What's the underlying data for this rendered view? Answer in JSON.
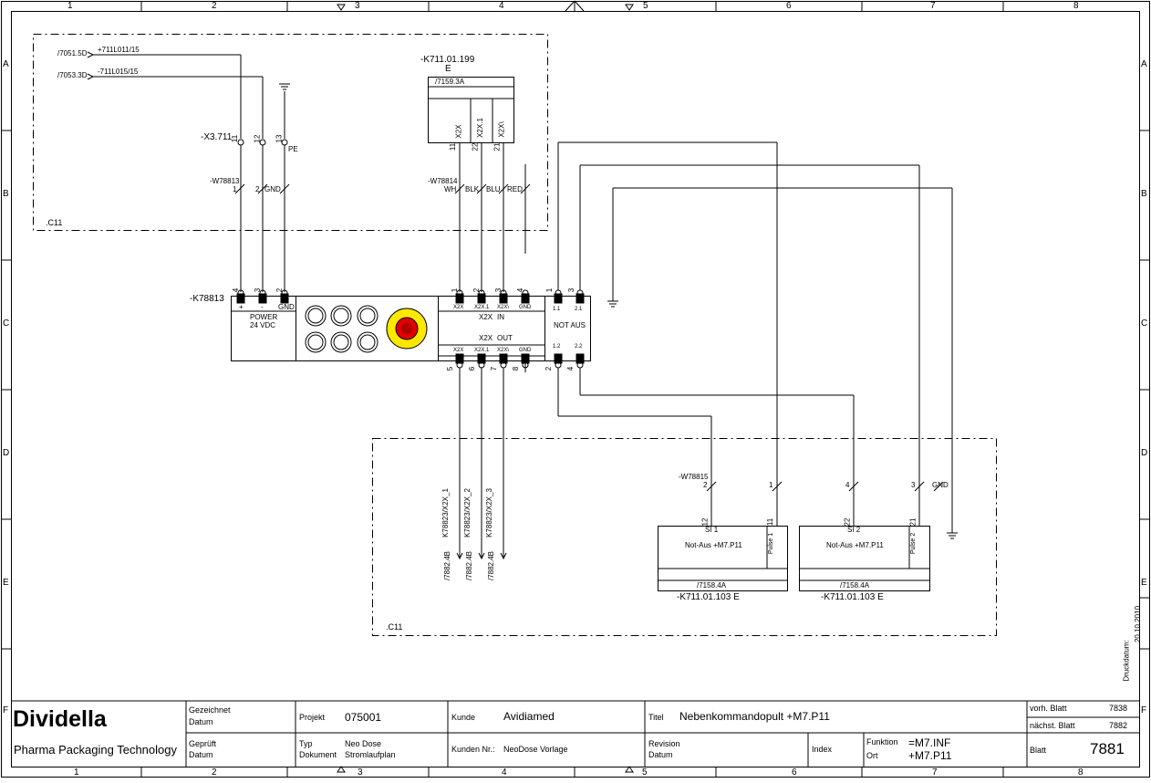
{
  "frame": {
    "columns": [
      "1",
      "2",
      "3",
      "4",
      "5",
      "6",
      "7",
      "8"
    ],
    "rows": [
      "A",
      "B",
      "C",
      "D",
      "E",
      "F"
    ]
  },
  "top_area": {
    "label": ".C11",
    "refs": [
      {
        "ref": "/7051.5D",
        "wire": "+711L011/15"
      },
      {
        "ref": "/7053.3D",
        "wire": "-711L015/15"
      }
    ],
    "terminal_strip": "-X3.711",
    "terminals": [
      "11",
      "12",
      "13"
    ],
    "pe": "PE",
    "cable1": {
      "name": "-W78813",
      "cores": [
        "1",
        "2",
        "GND"
      ]
    },
    "cable2": {
      "name": "-W78814",
      "cores": [
        "WH",
        "BLK",
        "BLU",
        "RED"
      ]
    },
    "k711_199": {
      "name": "-K711.01.199",
      "sub": "E",
      "ref": "/7159.3A",
      "pins": [
        "X2X",
        "X2X.1",
        "X2X\\"
      ],
      "nums": [
        "11",
        "22",
        "21"
      ]
    }
  },
  "module": {
    "name": "-K78813",
    "power_title": "POWER",
    "power_volt": "24 VDC",
    "power_pins": [
      "+",
      "-",
      "GND"
    ],
    "power_nums": [
      "4",
      "3",
      "2"
    ],
    "in_title_a": "X2X",
    "in_title_b": "IN",
    "out_title_a": "X2X",
    "out_title_b": "OUT",
    "in_pins": [
      "X2X",
      "X2X.1",
      "X2X\\",
      "GND"
    ],
    "in_nums": [
      "1",
      "2",
      "3",
      "4"
    ],
    "out_pins": [
      "X2X",
      "X2X.1",
      "X2X\\",
      "GND"
    ],
    "out_nums": [
      "5",
      "6",
      "7",
      "8"
    ],
    "notaus": "NOT AUS",
    "notaus_top": [
      "1.1",
      "2.1"
    ],
    "notaus_bottom": [
      "1.2",
      "2.2"
    ],
    "notaus_top_nums": [
      "1",
      "3"
    ],
    "notaus_bot_nums": [
      "2",
      "4"
    ]
  },
  "bottom_area": {
    "label": ".C11",
    "outputs": [
      {
        "target": "K78823/X2X_1",
        "ref": "/7882.4B"
      },
      {
        "target": "K78823/X2X_2",
        "ref": "/7882.4B"
      },
      {
        "target": "K78823/X2X_3",
        "ref": "/7882.4B"
      }
    ],
    "cable": {
      "name": "-W78815",
      "cores": [
        "2",
        "1",
        "4",
        "3",
        "GND"
      ]
    },
    "devices": [
      {
        "name": "-K711.01.103 E",
        "ref": "/7158.4A",
        "ch": "SI 1",
        "label": "Not-Aus +M7.P11",
        "pulse": "Pulse 1",
        "nums": [
          "12",
          "11"
        ]
      },
      {
        "name": "-K711.01.103 E",
        "ref": "/7158.4A",
        "ch": "SI 2",
        "label": "Not-Aus +M7.P11",
        "pulse": "Pulse 2",
        "nums": [
          "22",
          "21"
        ]
      }
    ]
  },
  "print_date": {
    "label": "Druckdatum:",
    "value": "20.10.2010"
  },
  "title_block": {
    "company": "Dividella",
    "company_sub": "Pharma Packaging Technology",
    "gezeichnet": "Gezeichnet",
    "datum": "Datum",
    "geprueft": "Geprüft",
    "projekt_label": "Projekt",
    "projekt": "075001",
    "typ_label": "Typ",
    "typ": "Neo Dose",
    "dokument_label": "Dokument",
    "dokument": "Stromlaufplan",
    "kunde_label": "Kunde",
    "kunde": "Avidiamed",
    "kunden_nr_label": "Kunden Nr.:",
    "kunden_nr": "NeoDose Vorlage",
    "titel_label": "Titel",
    "titel": "Nebenkommandopult +M7.P11",
    "revision_label": "Revision",
    "index_label": "Index",
    "funktion_label": "Funktion",
    "funktion": "=M7.INF",
    "ort_label": "Ort",
    "ort": "+M7.P11",
    "vorh_label": "vorh. Blatt",
    "vorh": "7838",
    "naechst_label": "nächst. Blatt",
    "naechst": "7882",
    "blatt_label": "Blatt",
    "blatt": "7881"
  }
}
